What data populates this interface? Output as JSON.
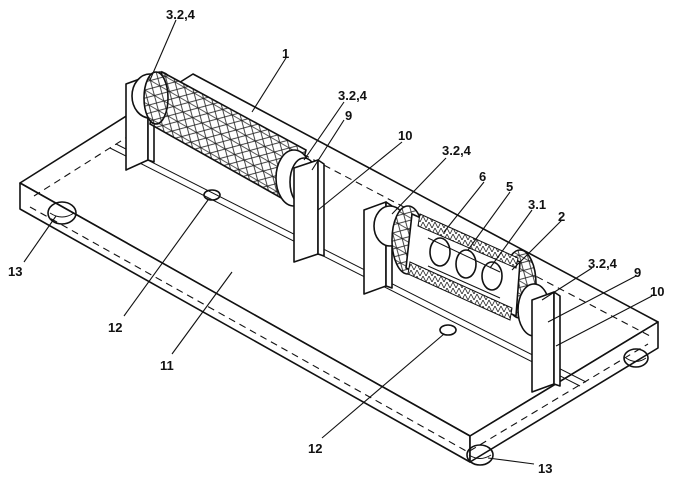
{
  "labels": {
    "l1": "1",
    "l32a": "3.2,4",
    "l32b": "3.2,4",
    "l32c": "3.2,4",
    "l32d": "3.2,4",
    "l9a": "9",
    "l9b": "9",
    "l10a": "10",
    "l10b": "10",
    "l6": "6",
    "l5": "5",
    "l31": "3.1",
    "l2": "2",
    "l13a": "13",
    "l13b": "13",
    "l12a": "12",
    "l12b": "12",
    "l11": "11"
  }
}
